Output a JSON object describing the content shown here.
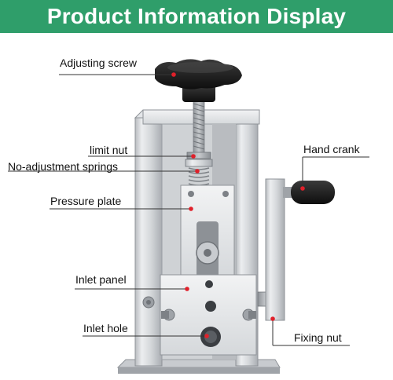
{
  "banner": {
    "title": "Product Information Display"
  },
  "colors": {
    "banner": "#2f9e6a",
    "dot": "#e0202a",
    "leader": "#333333"
  },
  "callouts": [
    {
      "id": "adjusting-screw",
      "label": "Adjusting screw"
    },
    {
      "id": "limit-nut",
      "label": "limit nut"
    },
    {
      "id": "no-adjustment-springs",
      "label": "No-adjustment springs"
    },
    {
      "id": "pressure-plate",
      "label": "Pressure plate"
    },
    {
      "id": "inlet-panel",
      "label": "Inlet panel"
    },
    {
      "id": "inlet-hole",
      "label": "Inlet hole"
    },
    {
      "id": "hand-crank",
      "label": "Hand crank"
    },
    {
      "id": "fixing-nut",
      "label": "Fixing nut"
    }
  ]
}
